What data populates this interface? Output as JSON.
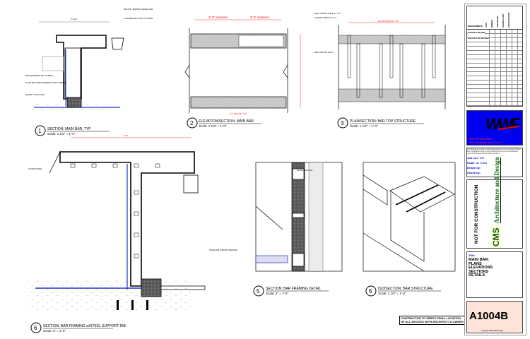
{
  "sheet": {
    "number": "A1004B",
    "copyright": "copyright 1999 CMS Design",
    "contractor_note_line1": "CONTRACTOR TO VERIFY FINAL LOCATION",
    "contractor_note_line2": "OF ALL DEVICES WITH ARCHITECT & OWNER"
  },
  "title_block": {
    "revisions": {
      "headers": [
        "REMARKS",
        "DATE",
        "CMS",
        "OWNER",
        "ENGINEER",
        "CONSULTANT",
        "CONTRACTOR"
      ],
      "rows": [
        "ISSUED FOR BID",
        "ISSUED FOR REVIEW"
      ]
    },
    "client_logo": "WWF",
    "client_name": "WWF RESTAURANT",
    "client_address": "1501 Broadway, New York, N.Y.",
    "notes_text": "All drawings and written material appearing herein constitute original and unpublished work of the architect and may not be duplicated, used or disclosed without written consent.",
    "job_label": "Job no.#",
    "job_value": "300",
    "scale_label": "Scale:",
    "scale_value": "as noted",
    "drawn_label": "Drawn by:",
    "check_label": "Check by:",
    "not_for_construction": "NOT FOR CONSTRUCTION",
    "firm_short": "CMS",
    "firm_long": "Architecture and Design",
    "title_label": "Title:",
    "title_lines": [
      "MAIN BAR:",
      "PLANS",
      "ELEVATIONS",
      "SECTIONS",
      "DETAILS"
    ]
  },
  "details": [
    {
      "num": "1",
      "title": "SECTION: MAIN BAR, TYP",
      "scale": "Scale: 1 1/2\" = 1'-0\""
    },
    {
      "num": "2",
      "title": "ELEVATION/SECTION: MAIN BAR",
      "scale": "Scale: 1 1/2\" = 1'-0\""
    },
    {
      "num": "3",
      "title": "PLAN/SECTION: BAR TOP STRUCTURE",
      "scale": "Scale: 1 1/2\" = 1'-0\""
    },
    {
      "num": "6",
      "title": "SECTION: BAR FRAMING w/STEEL SUPPORT RIB",
      "scale": "Scale: 3\" = 1'-0\""
    },
    {
      "num": "5",
      "title": "SECTION: BAR FRAMING DETAIL",
      "scale": "Scale: 3\" = 1'-0\""
    },
    {
      "num": "6",
      "title": "ISO/SECTION: BAR STRUCTURE",
      "scale": "Scale: 1 1/2\" = 1'-0\""
    }
  ],
  "annotations": {
    "sections_a": "2'-0\" sections",
    "sections_b": "2'-0\" sections",
    "bar_section_typ": "8'-0\" SECTION, TYP",
    "bar_support_rib": "BAR SUPPORT RIB @ 24\" O.C.",
    "square_tubing": "SQUARE TUBING 12\" O.C.",
    "bar_support_wall": "BAR SUPPORT WALL",
    "bar_section_top": "48\" BAR SECTION, TYP",
    "bar_equipment": "BAR EQUIPMENT (BY OTHERS)",
    "stainless": "STAINLESS STEEL WATERPLAN (BY OTHERS)",
    "quarry_tile": "QUARRY TILE FLOOR",
    "bar_top": "BAR TOP: BARTOP & EDGE FACE",
    "fluor_fixtures": "FLUORESCENT LIGHT FIXTURES",
    "glass_bar_face": "GLASS BAR FACE",
    "steel_bracket": "STEEL BAR SUPPORT BRACKET",
    "access_panel": "ACCESS PANEL",
    "dim_main": "2'-6 1/4\"",
    "dim_plan": "21'-0\""
  }
}
